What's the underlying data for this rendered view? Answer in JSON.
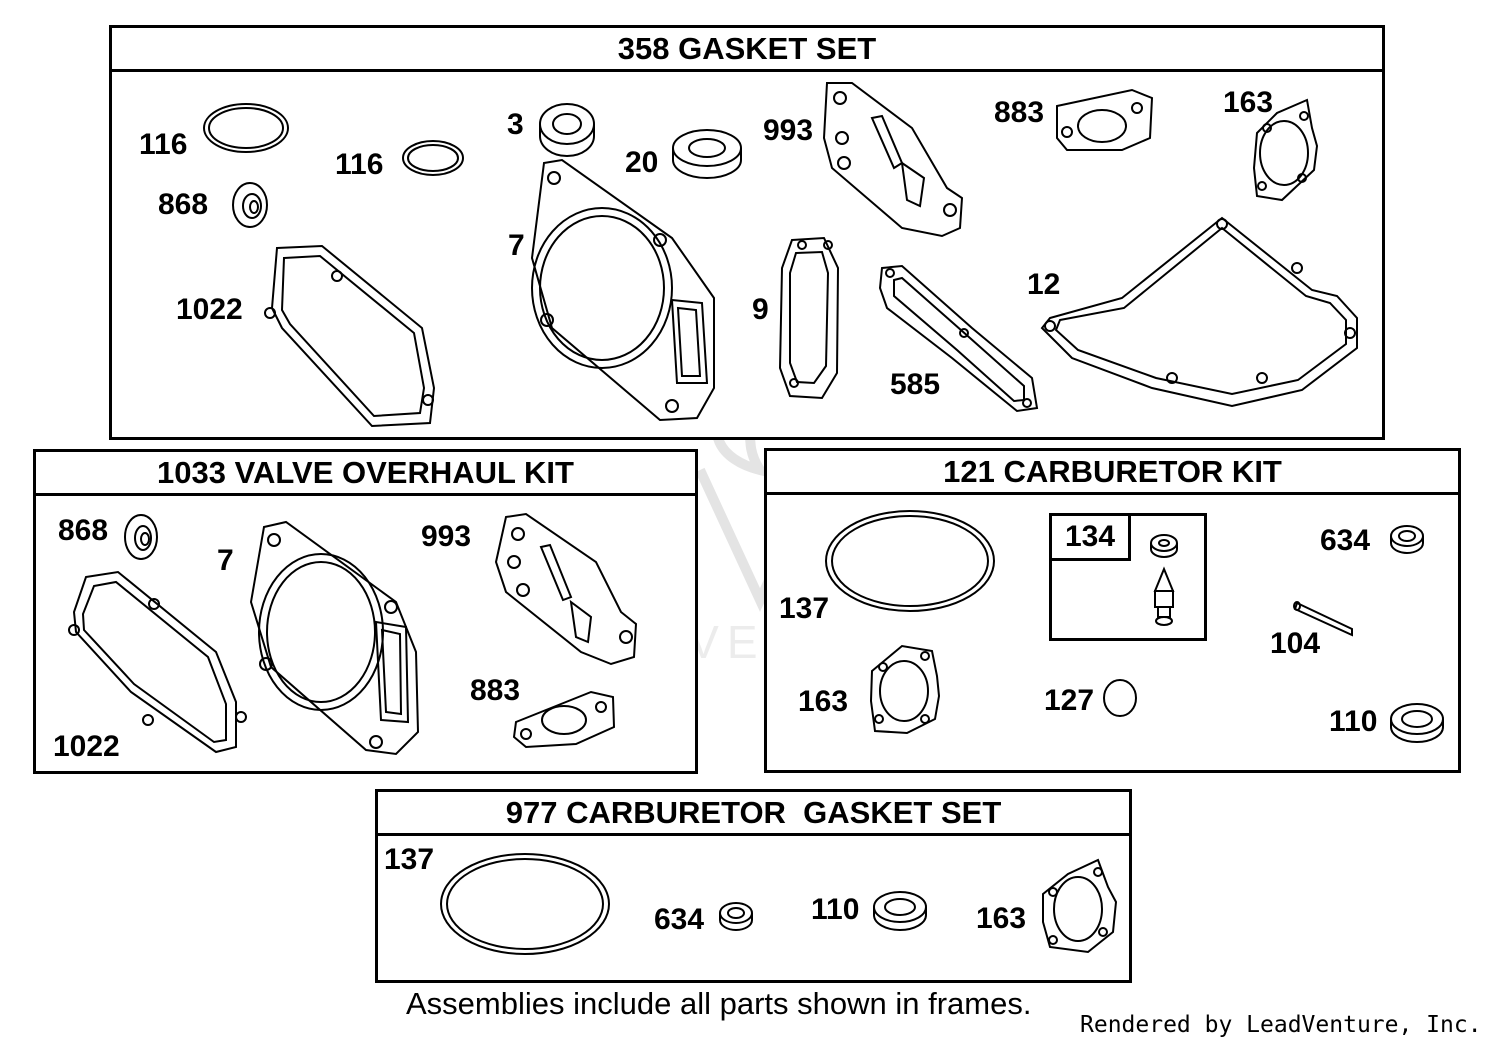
{
  "frames": {
    "gasket_set": {
      "title": "358 GASKET SET",
      "callouts": [
        "116",
        "116",
        "868",
        "1022",
        "3",
        "20",
        "7",
        "993",
        "9",
        "585",
        "883",
        "163",
        "12"
      ]
    },
    "valve_overhaul_kit": {
      "title": "1033 VALVE OVERHAUL KIT",
      "callouts": [
        "868",
        "7",
        "993",
        "883",
        "1022"
      ]
    },
    "carburetor_kit": {
      "title": "121 CARBURETOR KIT",
      "sub_assembly": "134",
      "callouts": [
        "137",
        "163",
        "127",
        "634",
        "104",
        "110"
      ]
    },
    "carb_gasket_set": {
      "title": "977 CARBURETOR  GASKET SET",
      "callouts": [
        "137",
        "634",
        "110",
        "163"
      ]
    }
  },
  "footnote": "Assemblies include all parts shown in frames.",
  "credit": "Rendered by LeadVenture, Inc.",
  "watermark": "LEADVENTURE",
  "colors": {
    "ink": "#000000",
    "watermark": "#dcdcdc"
  }
}
